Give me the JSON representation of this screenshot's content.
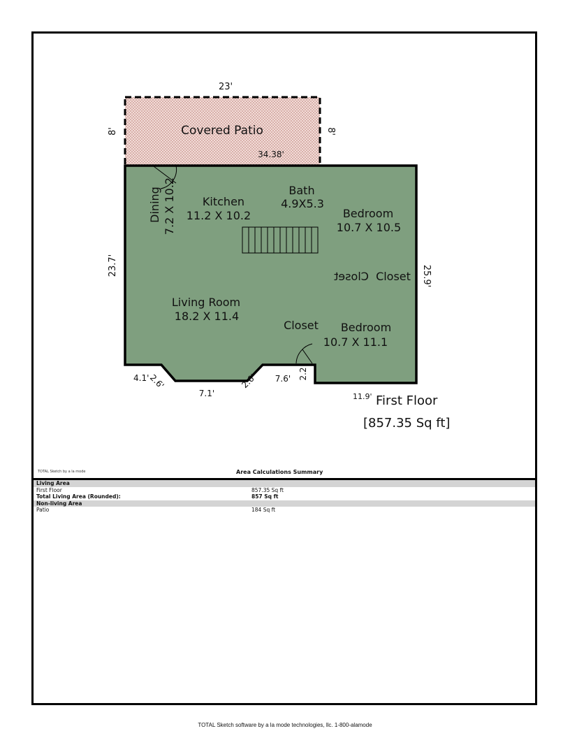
{
  "plan": {
    "patio": {
      "label": "Covered Patio",
      "dim_top": "23'",
      "dim_left": "8'",
      "dim_right": "8'",
      "dim_inner": "34.38'"
    },
    "rooms": [
      {
        "name": "Dining",
        "size": "7.2 X 10.2"
      },
      {
        "name": "Kitchen",
        "size": "11.2 X 10.2"
      },
      {
        "name": "Bath",
        "size": "4.9X5.3"
      },
      {
        "name": "Bedroom",
        "size": "10.7 X 10.5"
      },
      {
        "name": "Closet",
        "mirrored": "Closet"
      },
      {
        "name": "Living Room",
        "size": "18.2 X 11.4"
      },
      {
        "name": "Closet"
      },
      {
        "name": "Bedroom",
        "size": "10.7 X 11.1"
      }
    ],
    "dims": {
      "left": "23.7'",
      "right": "25.9'",
      "b1": "4.1'",
      "b2": "2.6'",
      "b3": "7.1'",
      "b4": "2.6'",
      "b5": "7.6'",
      "b6": "2.2",
      "b7": "11.9'"
    },
    "floor_label": "First Floor",
    "floor_area": "[857.35 Sq ft]",
    "colors": {
      "living": "#7f9f7f",
      "patio": "#e8c8c4",
      "outline": "#000000"
    }
  },
  "summary": {
    "brand": "TOTAL Sketch by a la mode",
    "title": "Area Calculations Summary",
    "rows": [
      {
        "label": "Living Area",
        "value": ""
      },
      {
        "label": "First Floor",
        "value": "857.35 Sq ft"
      },
      {
        "label": "Total Living Area (Rounded):",
        "value": "857 Sq ft"
      },
      {
        "label": "Non-living Area",
        "value": ""
      },
      {
        "label": "Patio",
        "value": "184 Sq ft"
      }
    ]
  },
  "footer": "TOTAL Sketch software by a la mode technologies, llc. 1-800-alamode"
}
